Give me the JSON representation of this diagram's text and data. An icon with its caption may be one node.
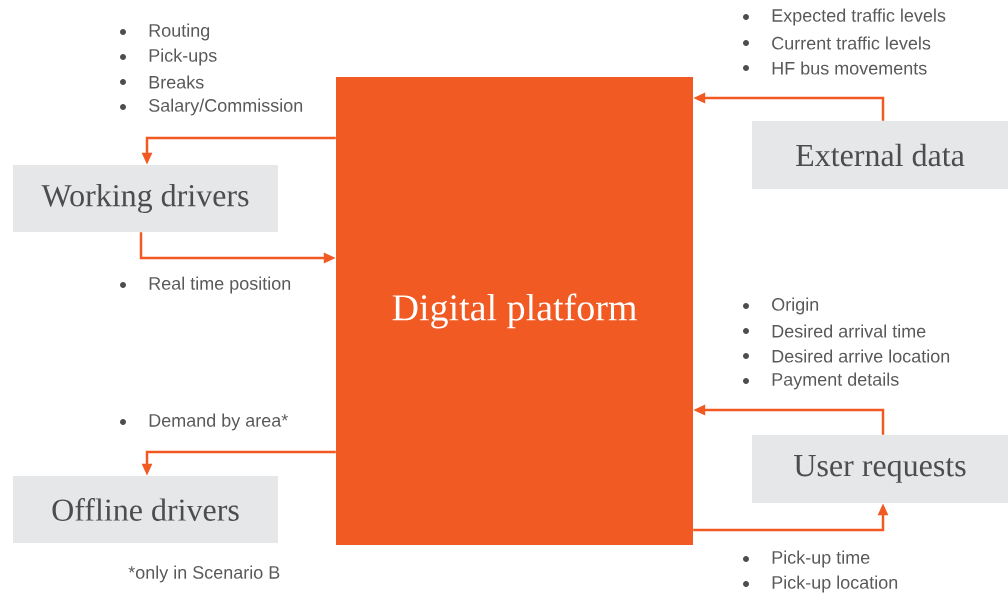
{
  "diagram": {
    "nodes": [
      {
        "text": [
          "Digital platform"
        ]
      },
      {
        "text": [
          "Working drivers"
        ]
      },
      {
        "text": [
          "Offline drivers"
        ]
      },
      {
        "text": [
          "External data"
        ]
      },
      {
        "text": [
          "User requests"
        ]
      }
    ],
    "edges": [
      {
        "from": 0,
        "to": 1,
        "arrow": "to"
      },
      {
        "from": 1,
        "to": 0,
        "arrow": "to"
      },
      {
        "from": 0,
        "to": 2,
        "arrow": "to"
      },
      {
        "from": 3,
        "to": 0,
        "arrow": "to"
      },
      {
        "from": 4,
        "to": 0,
        "arrow": "to"
      },
      {
        "from": 0,
        "to": 4,
        "arrow": "to"
      }
    ],
    "labels": [
      "Routing",
      "Pick-ups",
      "Breaks",
      "Salary/Commission",
      "Expected traffic levels",
      "Current traffic levels",
      "HF bus movements",
      "Real time position",
      "Origin",
      "Desired arrival time",
      "Desired arrive location",
      "Payment details",
      "Demand by area*",
      "Pick-up time",
      "Pick-up location",
      "*only in Scenario B"
    ]
  }
}
